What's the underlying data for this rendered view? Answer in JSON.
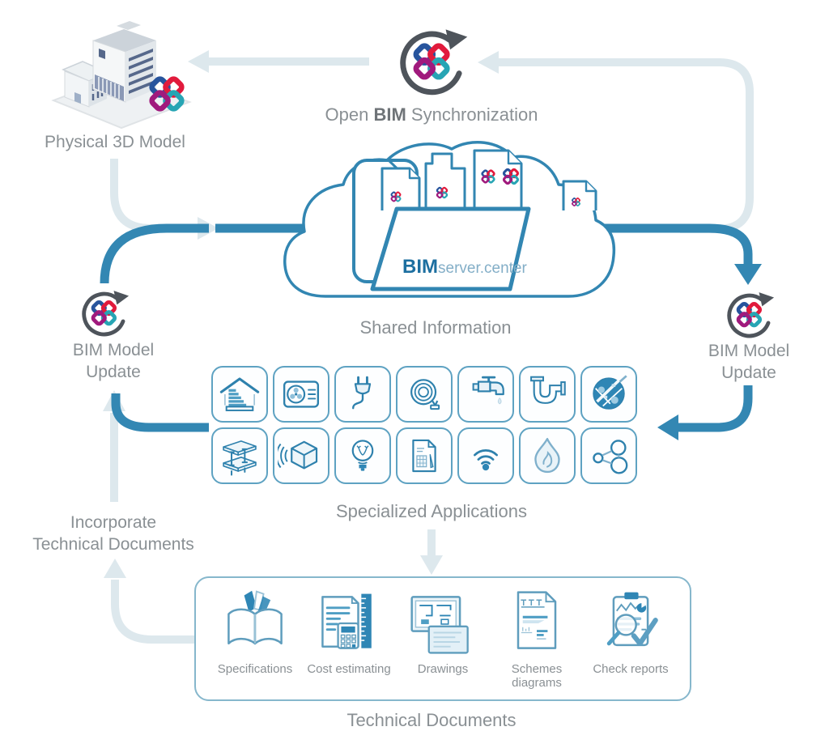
{
  "palette": {
    "flow_blue": "#3387b3",
    "flow_pale": "#dde8ed",
    "label_gray": "#8a9094",
    "icon_stroke_blue": "#2e81ad",
    "accent_blue": "#2f86b5",
    "cloud_stroke": "#3286b2",
    "logo_blue": "#27549d",
    "logo_red": "#e11a3c",
    "logo_purple": "#a01a7d",
    "logo_teal": "#27a5b4",
    "sync_arrow_gray": "#4e545b"
  },
  "nodes": {
    "physical_model": {
      "label": "Physical 3D Model"
    },
    "sync": {
      "prefix": "Open ",
      "bold": "BIM",
      "suffix": " Synchronization"
    },
    "cloud": {
      "brand_bold": "BIM",
      "brand_rest": "server.center",
      "label": "Shared Information"
    },
    "update_left": {
      "line1": "BIM Model",
      "line2": "Update"
    },
    "update_right": {
      "line1": "BIM Model",
      "line2": "Update"
    },
    "apps": {
      "label": "Specialized Applications",
      "tiles": [
        "energy-efficiency",
        "hvac",
        "electrical",
        "fire-hose",
        "water-tap",
        "drainage",
        "urban-map",
        "structures",
        "acoustics",
        "lighting",
        "project-documents",
        "telecommunications",
        "fire-safety",
        "networks"
      ]
    },
    "incorporate": {
      "line1": "Incorporate",
      "line2": "Technical Documents"
    },
    "documents": {
      "label": "Technical Documents",
      "items": [
        {
          "label": "Specifications"
        },
        {
          "label": "Cost estimating"
        },
        {
          "label": "Drawings"
        },
        {
          "label": "Schemes diagrams"
        },
        {
          "label": "Check reports"
        }
      ]
    }
  }
}
